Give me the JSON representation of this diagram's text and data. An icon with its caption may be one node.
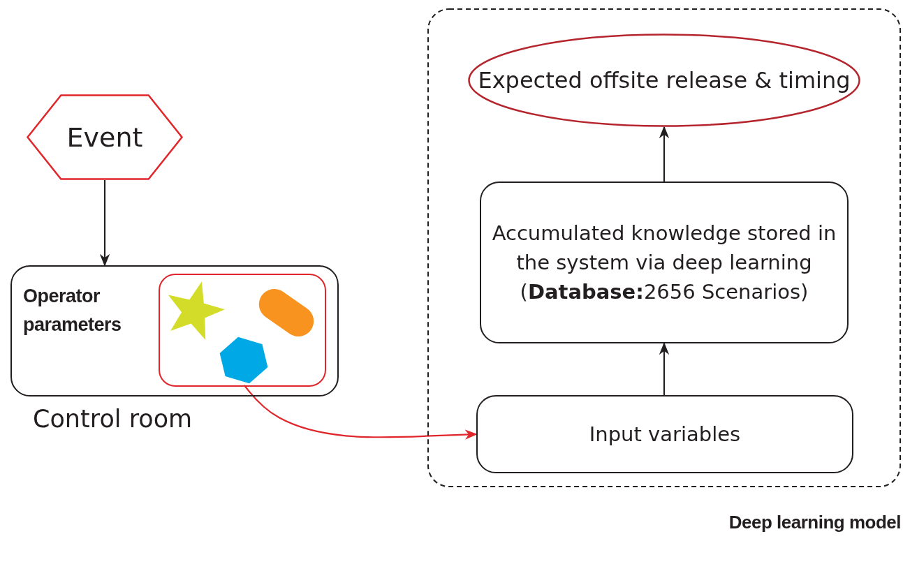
{
  "diagram": {
    "nodes": [
      {
        "text": [
          "Event"
        ]
      },
      {
        "text": [
          "Operator parameters"
        ],
        "beside": [
          "Control room"
        ]
      },
      {
        "text": [],
        "shape": "box",
        "in": 1
      },
      {
        "text": [
          "Deep learning model"
        ]
      },
      {
        "text": [
          "Expected offsite release & timing"
        ],
        "in": 3
      },
      {
        "text": [
          "Accumulated knowledge stored in the system via deep learning (**Database:**2656 Scenarios)"
        ],
        "in": 3
      },
      {
        "text": [
          "Input variables"
        ],
        "in": 3
      }
    ],
    "edges": [
      {
        "from": 0,
        "to": 1,
        "arrow": "to"
      },
      {
        "from": 2,
        "to": 6,
        "arrow": "to",
        "color": "#e0262b"
      },
      {
        "from": 6,
        "to": 5,
        "arrow": "to"
      },
      {
        "from": 5,
        "to": 4,
        "arrow": "to"
      }
    ]
  }
}
